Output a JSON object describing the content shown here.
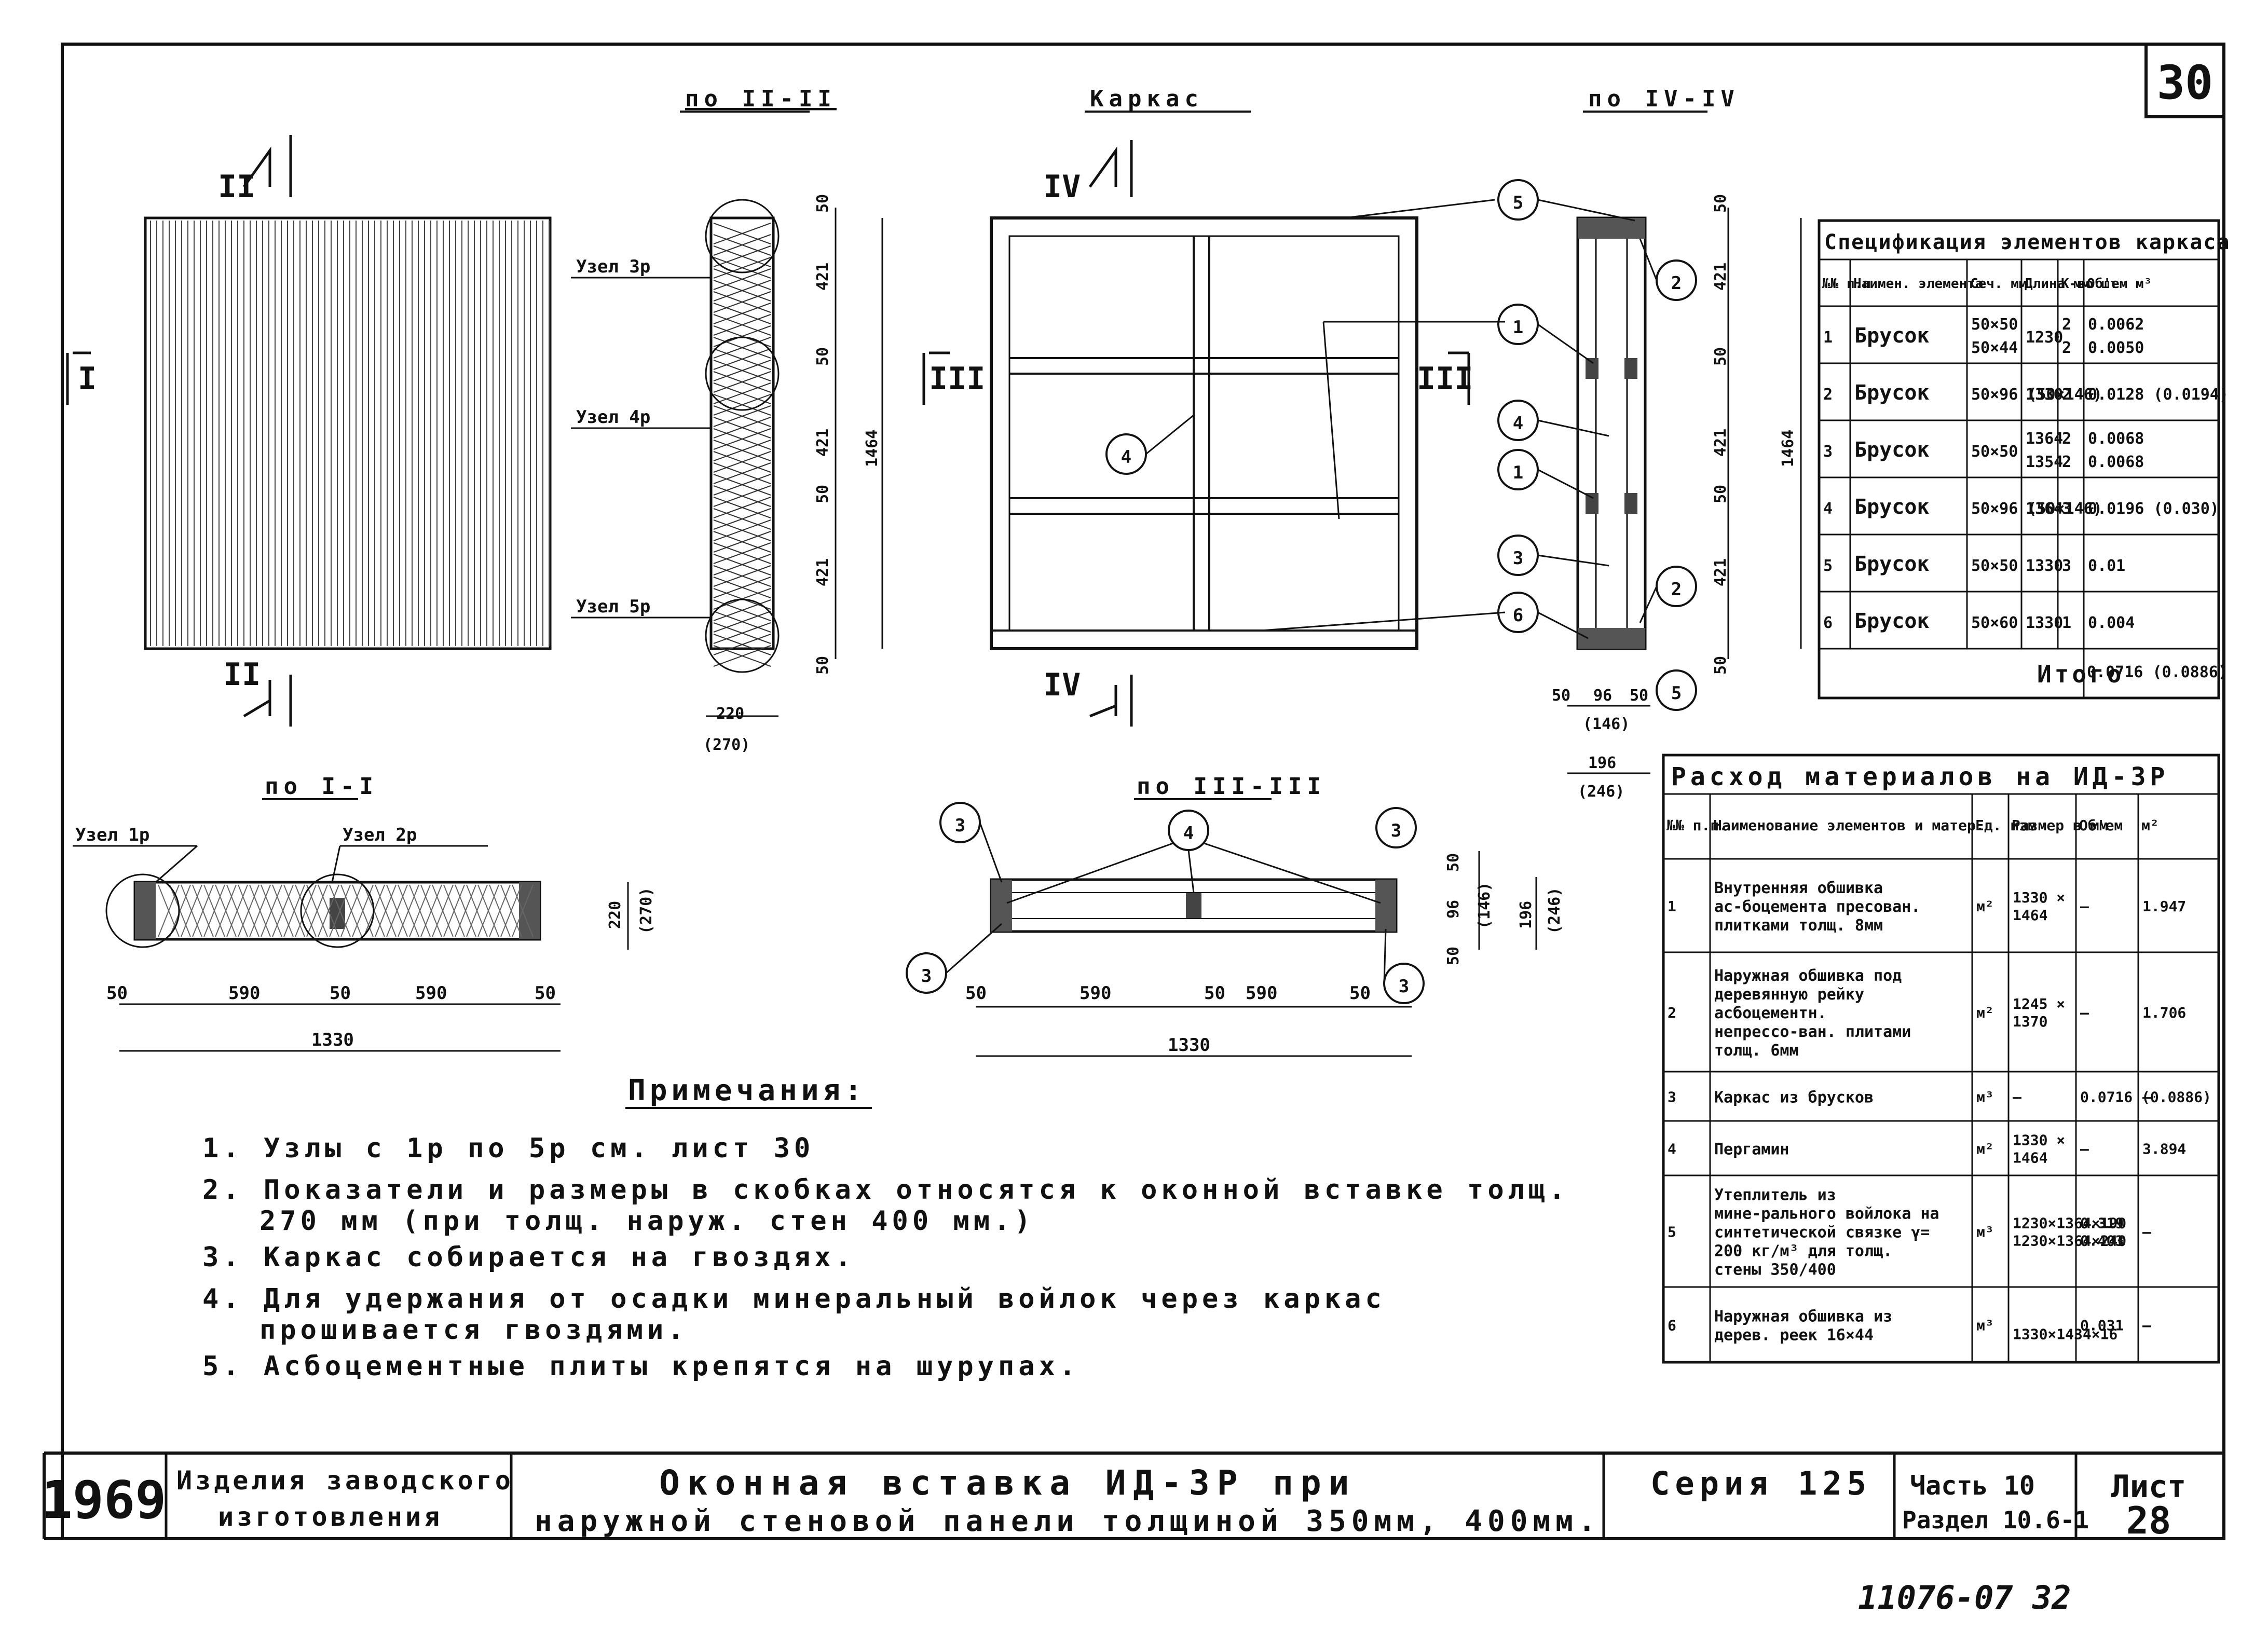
{
  "sheet": {
    "top_number": "30"
  },
  "views": {
    "section_2": "по II-II",
    "frame": "Каркас",
    "section_4": "по IV-IV",
    "section_1": "по I-I",
    "section_3": "по III-III"
  },
  "marks": {
    "II": "II",
    "I": "I",
    "IV": "IV",
    "III": "III"
  },
  "nodes": {
    "n1": "Узел 1р",
    "n2": "Узел 2р",
    "n3": "Узел 3р",
    "n4": "Узел 4р",
    "n5": "Узел 5р"
  },
  "dims": {
    "d50": "50",
    "d421": "421",
    "d1464": "1464",
    "d220": "220",
    "d270": "(270)",
    "d590": "590",
    "d1330": "1330",
    "d196": "196",
    "d96": "96",
    "d146": "(146)",
    "d246": "(246)",
    "d50b": "50",
    "d190a": "196",
    "d146b": "(146)"
  },
  "callouts": [
    "1",
    "2",
    "3",
    "4",
    "5",
    "6"
  ],
  "spec_table": {
    "title": "Спецификация элементов каркаса",
    "headers": [
      "№№ п.п",
      "Наимен. элемента",
      "Сеч. мм.",
      "Длина мм",
      "К-во шт",
      "Об'ем м³"
    ],
    "rows": [
      [
        "1",
        "Брусок",
        "50×50 / 50×44",
        "1230",
        "2 / 2",
        "0.0062 / 0.0050"
      ],
      [
        "2",
        "Брусок",
        "50×96 (50×146)",
        "1330",
        "2",
        "0.0128 (0.0194)"
      ],
      [
        "3",
        "Брусок",
        "50×50",
        "1364 / 1354",
        "2 / 2",
        "0.0068 / 0.0068"
      ],
      [
        "4",
        "Брусок",
        "50×96 (50×146)",
        "1364",
        "3",
        "0.0196 (0.030)"
      ],
      [
        "5",
        "Брусок",
        "50×50",
        "1330",
        "3",
        "0.01"
      ],
      [
        "6",
        "Брусок",
        "50×60",
        "1330",
        "1",
        "0.004"
      ]
    ],
    "total_label": "Итого",
    "total_value": "0.0716 (0.0886)"
  },
  "mat_table": {
    "title": "Расход материалов на ИД-3Р",
    "headers": [
      "№№ п.п.",
      "Наименование элементов и матер.",
      "Ед. изм",
      "Размер в мм",
      "Об'ем",
      "м²"
    ],
    "rows": [
      [
        "1",
        "Внутренняя обшивка ас-боцемента пресован. плитками толщ. 8мм",
        "м²",
        "1330 × 1464",
        "—",
        "1.947"
      ],
      [
        "2",
        "Наружная обшивка под деревянную рейку асбоцементн. непрессо-ван. плитами толщ. 6мм",
        "м²",
        "1245 × 1370",
        "—",
        "1.706"
      ],
      [
        "3",
        "Каркас из брусков",
        "м³",
        "—",
        "0.0716 (0.0886)",
        "—"
      ],
      [
        "4",
        "Пергамин",
        "м²",
        "1330 × 1464",
        "—",
        "3.894"
      ],
      [
        "5",
        "Утеплитель из мине-рального войлока на синтетической связке γ= 200 кг/м³ для толщ. стены 350/400",
        "м³",
        "1230×1364×190 / 1230×1364×240",
        "0.319 / 0.403",
        "—"
      ],
      [
        "6",
        "Наружная обшивка из дерев. реек 16×44",
        "м³",
        "1330×1434×16",
        "0.031",
        "—"
      ]
    ]
  },
  "notes": {
    "title": "Примечания:",
    "items": [
      "1. Узлы с 1р по 5р см. лист 30",
      "2. Показатели и размеры в скобках относятся к оконной вставке толщ.",
      "270 мм (при толщ. наруж. стен 400 мм.)",
      "3. Каркас собирается на гвоздях.",
      "4. Для удержания от осадки минеральный войлок через каркас",
      "прошивается гвоздями.",
      "5. Асбоцементные плиты крепятся на шурупах."
    ]
  },
  "title_block": {
    "year": "1969",
    "org_line1": "Изделия заводского",
    "org_line2": "изготовления",
    "title_line1": "Оконная вставка ИД-3Р при",
    "title_line2": "наружной стеновой панели толщиной 350мм, 400мм.",
    "series": "Серия 125",
    "part": "Часть 10",
    "section": "Раздел 10.6-1",
    "sheet_label": "Лист",
    "sheet_num": "28"
  },
  "footer": {
    "code": "11076-07 32"
  }
}
